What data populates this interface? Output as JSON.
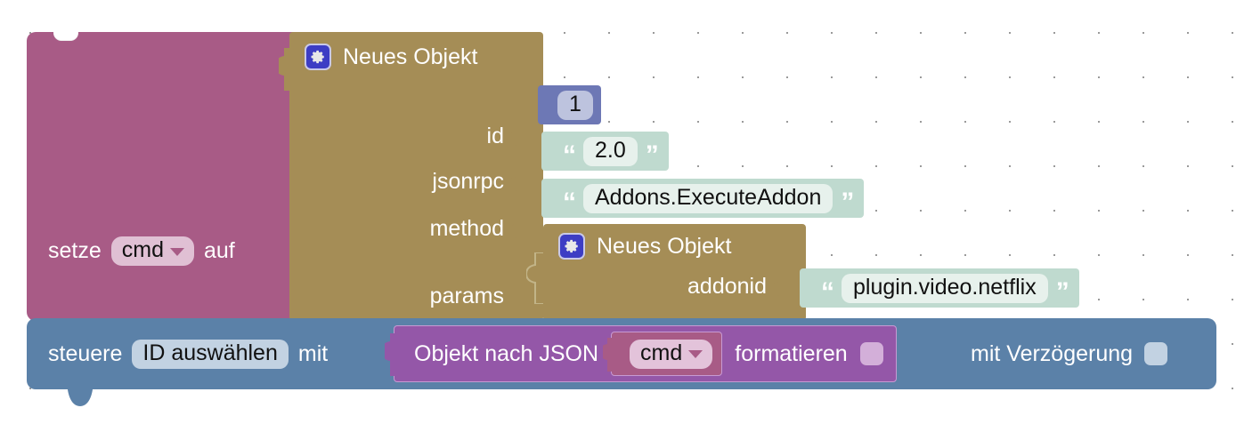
{
  "workspace": {
    "name": "blockly-workspace",
    "background": "#ffffff",
    "grid_color": "#9a9a9a",
    "grid_spacing": 50
  },
  "colors": {
    "variable_magenta": "#a85b86",
    "object_gold": "#a58d56",
    "control_blue": "#5b81a8",
    "string_teal": "#bfdacf",
    "number_indigo": "#6d78b5",
    "json_purple": "#9457a8",
    "gear_badge": "#3d3dc4"
  },
  "set_block": {
    "name": "set-variable-block",
    "prefix_label": "setze",
    "variable": "cmd",
    "suffix_label": "auf"
  },
  "object_outer": {
    "name": "create-object-block",
    "icon": "gear-icon",
    "title": "Neues Objekt",
    "fields": [
      {
        "key": "id",
        "value_type": "number",
        "value": "1"
      },
      {
        "key": "jsonrpc",
        "value_type": "string",
        "value": "2.0"
      },
      {
        "key": "method",
        "value_type": "string",
        "value": "Addons.ExecuteAddon"
      },
      {
        "key": "params",
        "value_type": "object",
        "value": ""
      }
    ]
  },
  "object_inner": {
    "name": "create-object-block-nested",
    "icon": "gear-icon",
    "title": "Neues Objekt",
    "fields": [
      {
        "key": "addonid",
        "value_type": "string",
        "value": "plugin.video.netflix"
      }
    ]
  },
  "control_block": {
    "name": "control-device-block",
    "prefix_label": "steuere",
    "target": "ID auswählen",
    "mit_label": "mit",
    "json_block": {
      "name": "object-to-json-block",
      "prefix_label": "Objekt nach JSON",
      "variable": "cmd",
      "suffix_label": "formatieren",
      "checkbox": ""
    },
    "delay_label": "mit Verzögerung",
    "delay_checkbox": ""
  },
  "quotes": {
    "open": "“",
    "close": "”"
  }
}
